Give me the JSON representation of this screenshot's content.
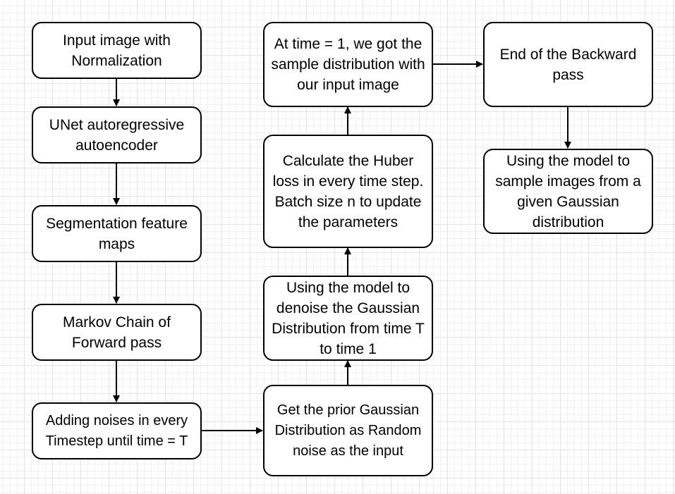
{
  "nodes": {
    "input_image": "Input image with Normalization",
    "unet": "UNet autoregressive autoencoder",
    "segmentation": "Segmentation feature maps",
    "markov": "Markov Chain of Forward pass",
    "adding_noises": "Adding noises in every Timestep until time = T",
    "prior": "Get the prior Gaussian Distribution as Random noise as the input",
    "denoise": "Using the model to denoise the Gaussian Distribution from time T to time 1",
    "huber": "Calculate the Huber loss in every time step. Batch size n to update the parameters",
    "time_one": "At time = 1, we got the sample distribution with our input image",
    "end_backward": "End of the Backward pass",
    "sample_images": "Using the model to sample images from a given Gaussian distribution"
  },
  "colors": {
    "stroke": "#000000",
    "fill": "#ffffff",
    "grid": "#e4e4e4"
  }
}
